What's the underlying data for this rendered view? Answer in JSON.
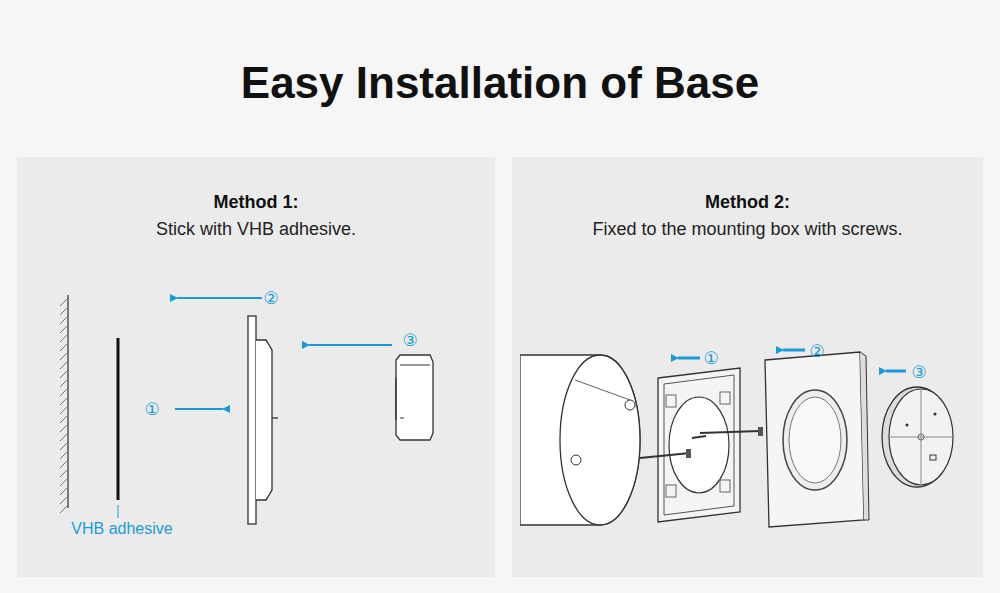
{
  "diagram": {
    "title": "Easy Installation of Base",
    "nodes": [
      {
        "text": [
          "Method 1:",
          "Stick with VHB adhesive."
        ]
      },
      {
        "text": [
          "Method 2:",
          "Fixed to the mounting box with screws."
        ]
      }
    ],
    "labels": [
      "②",
      "①",
      "③",
      "VHB adhesive",
      "①",
      "②",
      "③"
    ]
  }
}
